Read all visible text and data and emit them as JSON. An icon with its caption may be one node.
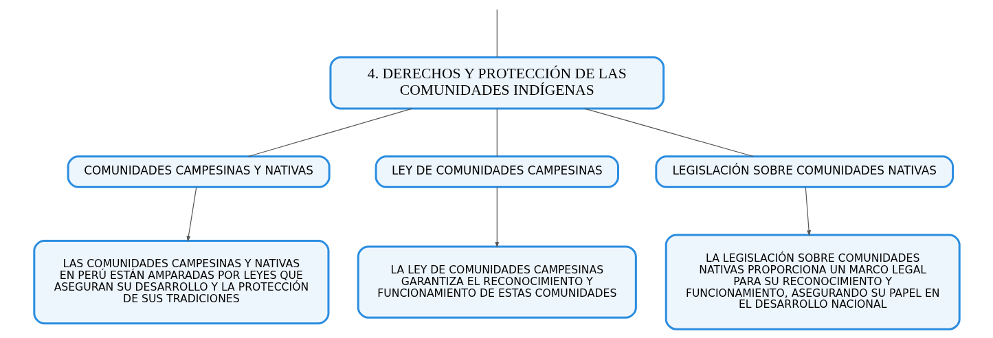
{
  "diagram": {
    "nodes": [
      {
        "text": [
          "4. DERECHOS Y PROTECCIÓN DE LAS COMUNIDADES INDÍGENAS"
        ]
      },
      {
        "text": [
          "COMUNIDADES CAMPESINAS Y NATIVAS"
        ]
      },
      {
        "text": [
          "LEY DE COMUNIDADES CAMPESINAS"
        ]
      },
      {
        "text": [
          "LEGISLACIÓN SOBRE COMUNIDADES NATIVAS"
        ]
      },
      {
        "text": [
          "LAS COMUNIDADES CAMPESINAS Y NATIVAS EN PERÚ ESTÁN AMPARADAS POR LEYES QUE ASEGURAN SU DESARROLLO Y LA PROTECCIÓN DE SUS TRADICIONES"
        ]
      },
      {
        "text": [
          "LA LEY DE COMUNIDADES CAMPESINAS GARANTIZA EL RECONOCIMIENTO Y FUNCIONAMIENTO DE ESTAS COMUNIDADES"
        ]
      },
      {
        "text": [
          "LA LEGISLACIÓN SOBRE COMUNIDADES NATIVAS PROPORCIONA UN MARCO LEGAL PARA SU RECONOCIMIENTO Y FUNCIONAMIENTO, ASEGURANDO SU PAPEL EN EL DESARROLLO NACIONAL"
        ]
      }
    ],
    "edges": [
      {
        "from": null,
        "to": 0,
        "arrow": "none"
      },
      {
        "from": 0,
        "to": 1,
        "arrow": "none"
      },
      {
        "from": 0,
        "to": 2,
        "arrow": "none"
      },
      {
        "from": 0,
        "to": 3,
        "arrow": "none"
      },
      {
        "from": 1,
        "to": 4,
        "arrow": "to"
      },
      {
        "from": 2,
        "to": 5,
        "arrow": "to"
      },
      {
        "from": 3,
        "to": 6,
        "arrow": "to"
      }
    ]
  }
}
